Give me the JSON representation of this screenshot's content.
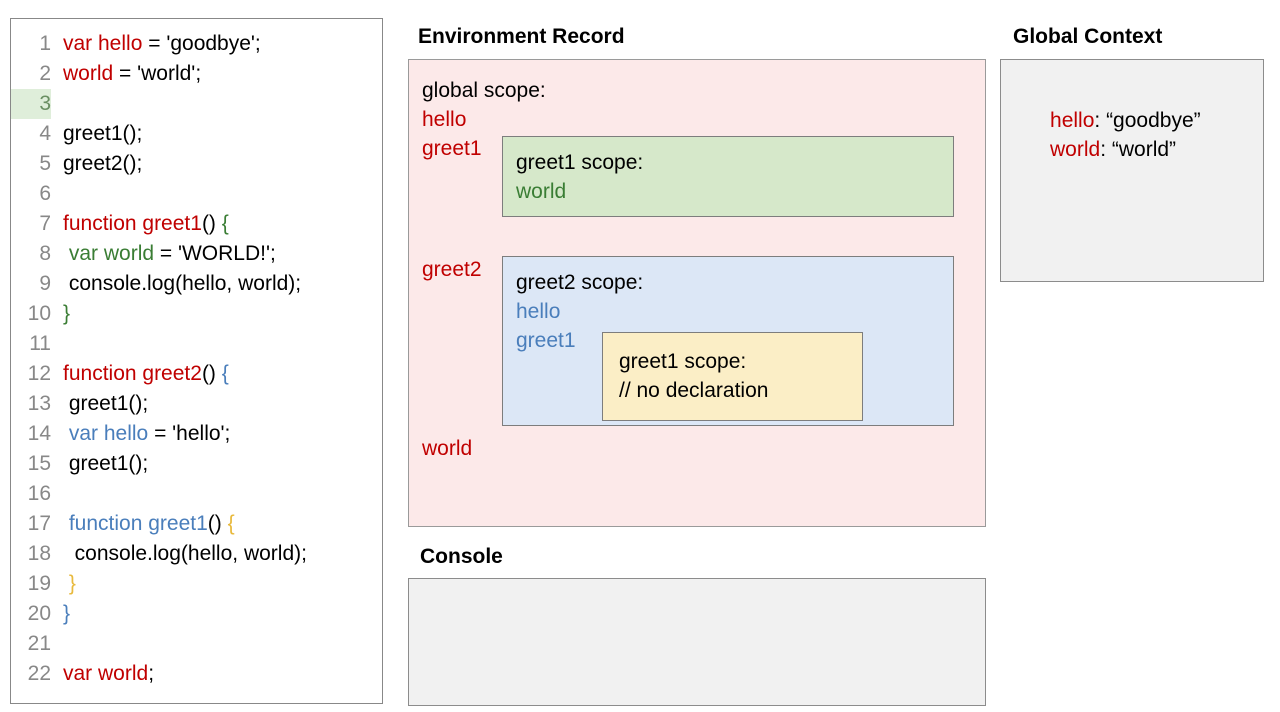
{
  "code_panel": {
    "lines": [
      {
        "num": "1",
        "highlight": false,
        "tokens": [
          {
            "t": "var hello",
            "c": "red"
          },
          {
            "t": " = 'goodbye';",
            "c": "black"
          }
        ]
      },
      {
        "num": "2",
        "highlight": false,
        "tokens": [
          {
            "t": "world",
            "c": "red"
          },
          {
            "t": " = 'world';",
            "c": "black"
          }
        ]
      },
      {
        "num": "3",
        "highlight": true,
        "tokens": [
          {
            "t": "",
            "c": "black"
          }
        ]
      },
      {
        "num": "4",
        "highlight": false,
        "tokens": [
          {
            "t": "greet1();",
            "c": "black"
          }
        ]
      },
      {
        "num": "5",
        "highlight": false,
        "tokens": [
          {
            "t": "greet2();",
            "c": "black"
          }
        ]
      },
      {
        "num": "6",
        "highlight": false,
        "tokens": [
          {
            "t": "",
            "c": "black"
          }
        ]
      },
      {
        "num": "7",
        "highlight": false,
        "tokens": [
          {
            "t": "function greet1",
            "c": "red"
          },
          {
            "t": "() ",
            "c": "black"
          },
          {
            "t": "{",
            "c": "green"
          }
        ]
      },
      {
        "num": "8",
        "highlight": false,
        "tokens": [
          {
            "t": " ",
            "c": "black"
          },
          {
            "t": "var world",
            "c": "green"
          },
          {
            "t": " = 'WORLD!';",
            "c": "black"
          }
        ]
      },
      {
        "num": "9",
        "highlight": false,
        "tokens": [
          {
            "t": " console.log(hello, world);",
            "c": "black"
          }
        ]
      },
      {
        "num": "10",
        "highlight": false,
        "tokens": [
          {
            "t": "}",
            "c": "green"
          }
        ]
      },
      {
        "num": "11",
        "highlight": false,
        "tokens": [
          {
            "t": "",
            "c": "black"
          }
        ]
      },
      {
        "num": "12",
        "highlight": false,
        "tokens": [
          {
            "t": "function greet2",
            "c": "red"
          },
          {
            "t": "() ",
            "c": "black"
          },
          {
            "t": "{",
            "c": "blue"
          }
        ]
      },
      {
        "num": "13",
        "highlight": false,
        "tokens": [
          {
            "t": " greet1();",
            "c": "black"
          }
        ]
      },
      {
        "num": "14",
        "highlight": false,
        "tokens": [
          {
            "t": " ",
            "c": "black"
          },
          {
            "t": "var hello",
            "c": "blue"
          },
          {
            "t": " = 'hello';",
            "c": "black"
          }
        ]
      },
      {
        "num": "15",
        "highlight": false,
        "tokens": [
          {
            "t": " greet1();",
            "c": "black"
          }
        ]
      },
      {
        "num": "16",
        "highlight": false,
        "tokens": [
          {
            "t": "",
            "c": "black"
          }
        ]
      },
      {
        "num": "17",
        "highlight": false,
        "tokens": [
          {
            "t": " ",
            "c": "black"
          },
          {
            "t": "function greet1",
            "c": "blue"
          },
          {
            "t": "() ",
            "c": "black"
          },
          {
            "t": "{",
            "c": "orange"
          }
        ]
      },
      {
        "num": "18",
        "highlight": false,
        "tokens": [
          {
            "t": "  console.log(hello, world);",
            "c": "black"
          }
        ]
      },
      {
        "num": "19",
        "highlight": false,
        "tokens": [
          {
            "t": " ",
            "c": "black"
          },
          {
            "t": "}",
            "c": "orange"
          }
        ]
      },
      {
        "num": "20",
        "highlight": false,
        "tokens": [
          {
            "t": "}",
            "c": "blue"
          }
        ]
      },
      {
        "num": "21",
        "highlight": false,
        "tokens": [
          {
            "t": "",
            "c": "black"
          }
        ]
      },
      {
        "num": "22",
        "highlight": false,
        "tokens": [
          {
            "t": "var world",
            "c": "red"
          },
          {
            "t": ";",
            "c": "black"
          }
        ]
      }
    ]
  },
  "environment_record": {
    "title": "Environment Record",
    "global_scope_label": "global scope:",
    "global_vars": {
      "hello": "hello",
      "greet1": "greet1",
      "greet2": "greet2",
      "world": "world"
    },
    "greet1_scope": {
      "title": "greet1 scope:",
      "vars": [
        "world"
      ]
    },
    "greet2_scope": {
      "title": "greet2 scope:",
      "vars": [
        "hello",
        "greet1"
      ],
      "inner_greet1_scope": {
        "title": "greet1 scope:",
        "note": "// no declaration"
      }
    }
  },
  "global_context": {
    "title": "Global Context",
    "rows": [
      {
        "key": "hello",
        "sep": ": ",
        "value": "“goodbye”"
      },
      {
        "key": "world",
        "sep": ": ",
        "value": "“world”"
      }
    ]
  },
  "console": {
    "title": "Console",
    "output": ""
  },
  "colors": {
    "red": "#c00000",
    "green": "#3a7d34",
    "blue": "#4a7ebb",
    "orange": "#e8b93c",
    "env_panel_bg": "#fce9e9",
    "greet1_scope_bg": "#d6e8ca",
    "greet2_scope_bg": "#dce7f6",
    "inner_scope_bg": "#fbeec6",
    "panel_grey_bg": "#f1f1f1",
    "line_highlight_bg": "#dfeeda"
  }
}
